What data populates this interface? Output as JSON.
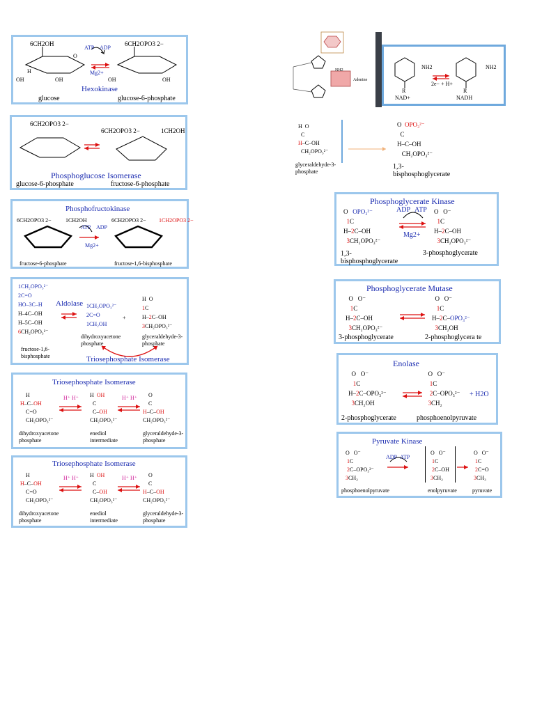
{
  "p1": {
    "enzyme": "Hexokinase",
    "left": "glucose",
    "right": "glucose-6-phosphate",
    "atp": "ATP",
    "adp": "ADP",
    "mg": "Mg2+",
    "g_top": "6CH2OH",
    "g6p_top": "6CH2OPO3 2−",
    "h": "H",
    "oh": "OH",
    "o": "O"
  },
  "p2": {
    "enzyme": "Phosphoglucose Isomerase",
    "left": "glucose-6-phosphate",
    "right": "fructose-6-phosphate",
    "l_top": "6CH2OPO3 2−",
    "r_top": "6CH2OPO3 2−",
    "r_top2": "1CH2OH"
  },
  "p3": {
    "enzyme": "Phosphofructokinase",
    "left": "fructose-6-phosphate",
    "right": "fructose-1,6-bisphosphate",
    "atp": "ATP",
    "adp": "ADP",
    "mg": "Mg2+",
    "l_top": "6CH2OPO3 2−",
    "l_top2": "1CH2OH",
    "r_top": "6CH2OPO3 2−",
    "r_top2": "1CH2OPO3 2−"
  },
  "p4": {
    "enzyme": "Aldolase",
    "isomerase": "Triosephosphate Isomerase",
    "fbp": "fructose-1,6-bisphosphate",
    "dhap": "dihydroxyacetone phosphate",
    "gap": "glyceraldehyde-3-phosphate"
  },
  "p5": {
    "title": "Triosephosphate Isomerase",
    "a": "dihydroxyacetone phosphate",
    "b": "enediol intermediate",
    "c": "glyceraldehyde-3-phosphate"
  },
  "p6": {
    "title": "Triosephosphate Isomerase",
    "a": "dihydroxyacetone phosphate",
    "b": "enediol intermediate",
    "c": "glyceraldehyde-3-phosphate"
  },
  "p7": {
    "nad": "NAD+",
    "nadh": "NADH",
    "eq": "2e− + H+",
    "nh2": "NH2",
    "adenine": "Adenine",
    "r": "R"
  },
  "p8": {
    "left": "glyceraldehyde-3-phosphate",
    "right": "1,3-bisphosphoglycerate"
  },
  "p9": {
    "enzyme": "Phosphoglycerate Kinase",
    "left": "1,3-bisphosphoglycerate",
    "right": "3-phosphoglycerate",
    "adp": "ADP",
    "atp": "ATP",
    "mg": "Mg2+"
  },
  "p10": {
    "enzyme": "Phosphoglycerate Mutase",
    "left": "3-phosphoglycerate",
    "right": "2-phosphoglycera te"
  },
  "p11": {
    "enzyme": "Enolase",
    "left": "2-phosphoglycerate",
    "right": "phosphoenolpyruvate",
    "water": "+ H2O"
  },
  "p12": {
    "enzyme": "Pyruvate Kinase",
    "a": "phosphoenolpyruvate",
    "b": "enolpyruvate",
    "c": "pyruvate",
    "adp": "ADP",
    "atp": "ATP"
  },
  "colors": {
    "border": "#9cc7ec",
    "enzyme_blue": "#1a2bb0",
    "arrow_red": "#d11",
    "proton_pink": "#d0209a"
  }
}
